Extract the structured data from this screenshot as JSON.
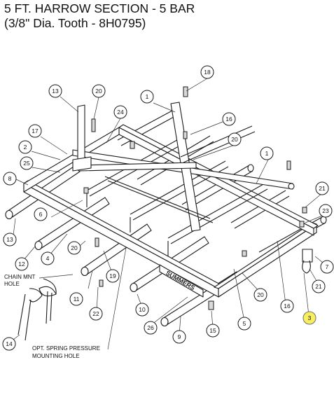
{
  "title": {
    "line1": "5 FT. HARROW SECTION - 5 BAR",
    "line2": "(3/8\" Dia. Tooth - 8H0795)"
  },
  "brand": "SUMMERS",
  "highlight_color": "#f6f060",
  "notes": {
    "chain_mount": [
      "CHAIN MNT",
      "HOLE"
    ],
    "spring_pressure": [
      "OPT. SPRING PRESSURE",
      "MOUNTING HOLE"
    ]
  },
  "callouts": [
    "18",
    "13",
    "20",
    "1",
    "24",
    "16",
    "17",
    "2",
    "20",
    "25",
    "1",
    "8",
    "21",
    "23",
    "6",
    "13",
    "20",
    "12",
    "4",
    "7",
    "19",
    "11",
    "21",
    "20",
    "3",
    "22",
    "10",
    "16",
    "26",
    "5",
    "15",
    "9",
    "14"
  ]
}
